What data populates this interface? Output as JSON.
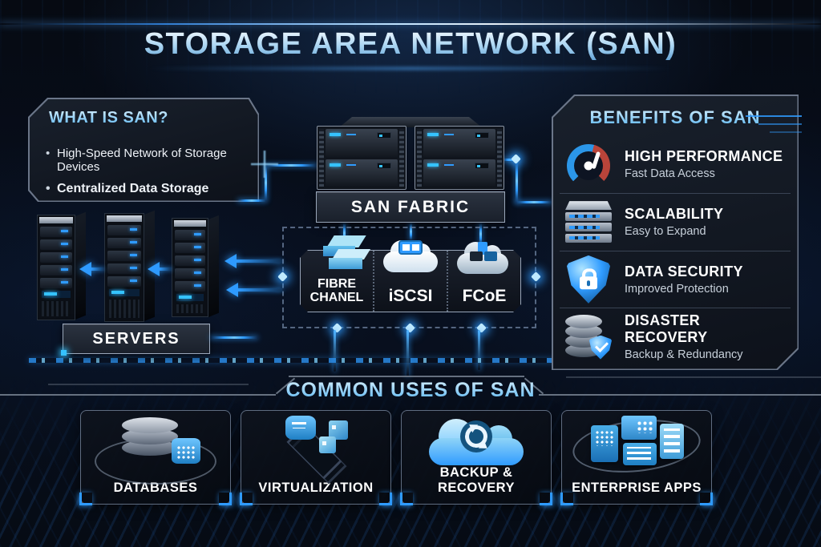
{
  "title": "STORAGE AREA NETWORK (SAN)",
  "what_is_san": {
    "title": "WHAT IS SAN?",
    "bullets": [
      "High-Speed Network of Storage Devices",
      "Centralized Data Storage"
    ]
  },
  "diagram": {
    "san_fabric_label": "SAN FABRIC",
    "servers_label": "SERVERS",
    "protocols": [
      {
        "name": "FIBRE CHANEL",
        "icon": "fibre-channel-box-icon"
      },
      {
        "name": "iSCSI",
        "icon": "cloud-window-icon"
      },
      {
        "name": "FCoE",
        "icon": "cloud-blocks-icon"
      }
    ]
  },
  "benefits": {
    "title": "BENEFITS OF SAN",
    "items": [
      {
        "title": "HIGH PERFORMANCE",
        "subtitle": "Fast Data Access",
        "icon": "gauge-icon"
      },
      {
        "title": "SCALABILITY",
        "subtitle": "Easy to Expand",
        "icon": "server-stack-icon"
      },
      {
        "title": "DATA SECURITY",
        "subtitle": "Improved Protection",
        "icon": "shield-lock-icon"
      },
      {
        "title": "DISASTER RECOVERY",
        "subtitle": "Backup & Redundancy",
        "icon": "database-shield-icon"
      }
    ]
  },
  "common_uses": {
    "title": "COMMON USES OF SAN",
    "items": [
      {
        "label": "DATABASES",
        "icon": "database-stack-icon"
      },
      {
        "label": "VIRTUALIZATION",
        "icon": "virtual-machines-icon"
      },
      {
        "label": "BACKUP & RECOVERY",
        "icon": "cloud-sync-icon"
      },
      {
        "label": "ENTERPRISE APPS",
        "icon": "app-tiles-icon"
      }
    ]
  },
  "colors": {
    "accent_blue": "#2f9bff",
    "glow_blue": "#35c3ff",
    "title_gradient_top": "#eef8ff",
    "title_gradient_bottom": "#5f9fd4",
    "heading_blue": "#56b4f0",
    "panel_border": "#6b7689",
    "gauge_red": "#b9443a",
    "background": "#060a12"
  }
}
